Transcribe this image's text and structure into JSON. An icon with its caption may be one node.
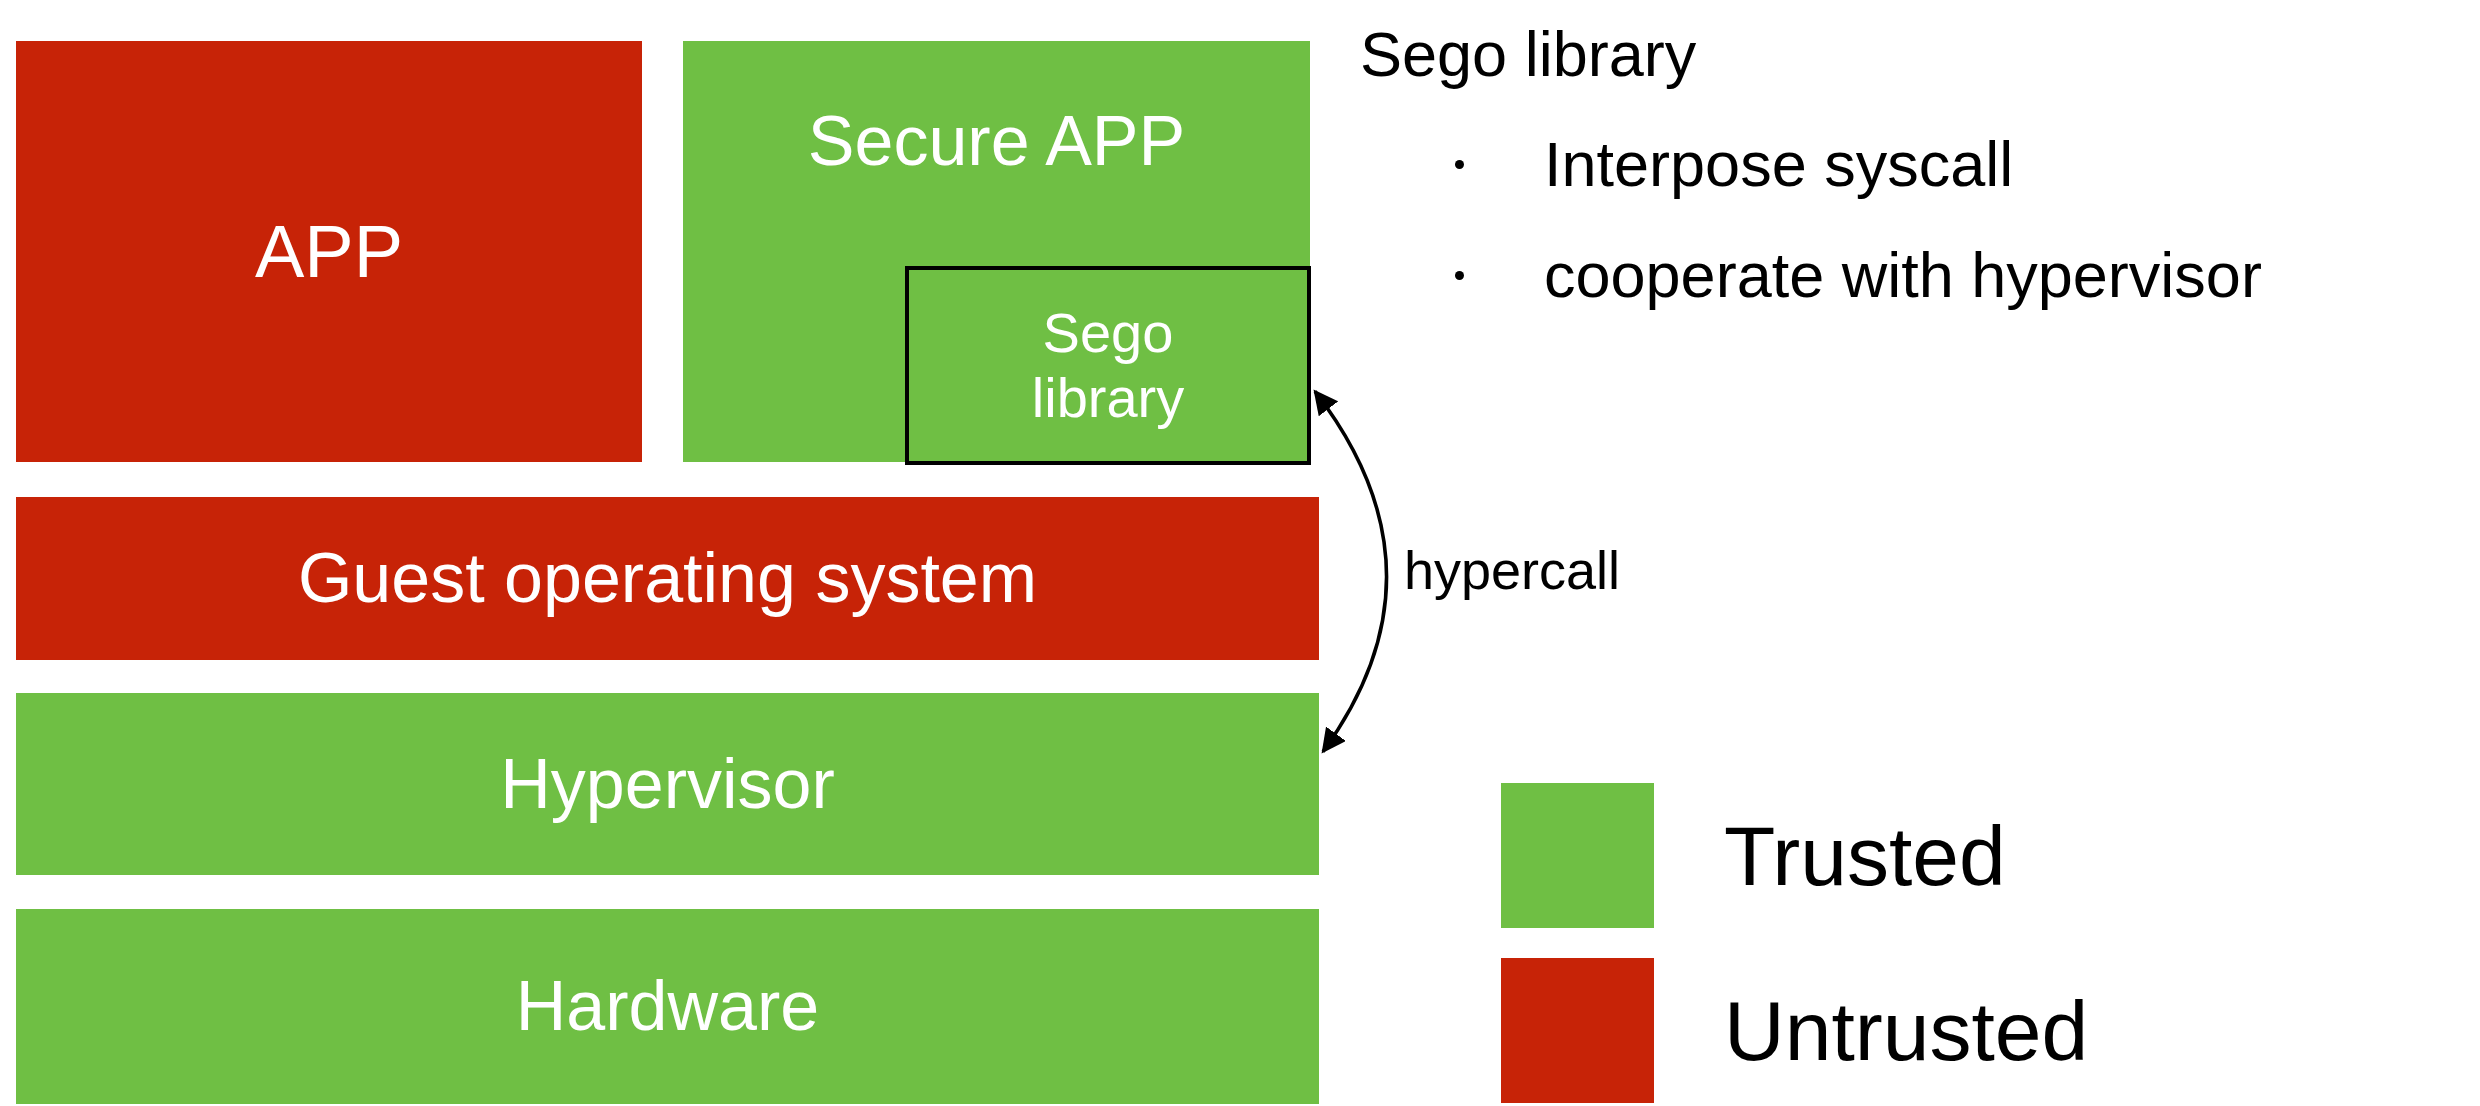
{
  "diagram": {
    "nodes": [
      {
        "text": [
          "APP"
        ]
      },
      {
        "text": [
          "Secure APP"
        ]
      },
      {
        "text": [
          "Sego library"
        ],
        "in": 1
      },
      {
        "text": [
          "Guest operating system"
        ]
      },
      {
        "text": [
          "Hypervisor"
        ]
      },
      {
        "text": [
          "Hardware"
        ]
      }
    ],
    "edges": [
      {
        "from": 2,
        "to": 4,
        "arrow": "both",
        "label": "hypercall"
      }
    ],
    "labels": [
      "Sego library",
      "Interpose syscall",
      "cooperate with hypervisor"
    ],
    "legend": [
      {
        "text": "Trusted",
        "color": "#6fbf44"
      },
      {
        "text": "Untrusted",
        "color": "#c72307"
      }
    ]
  }
}
